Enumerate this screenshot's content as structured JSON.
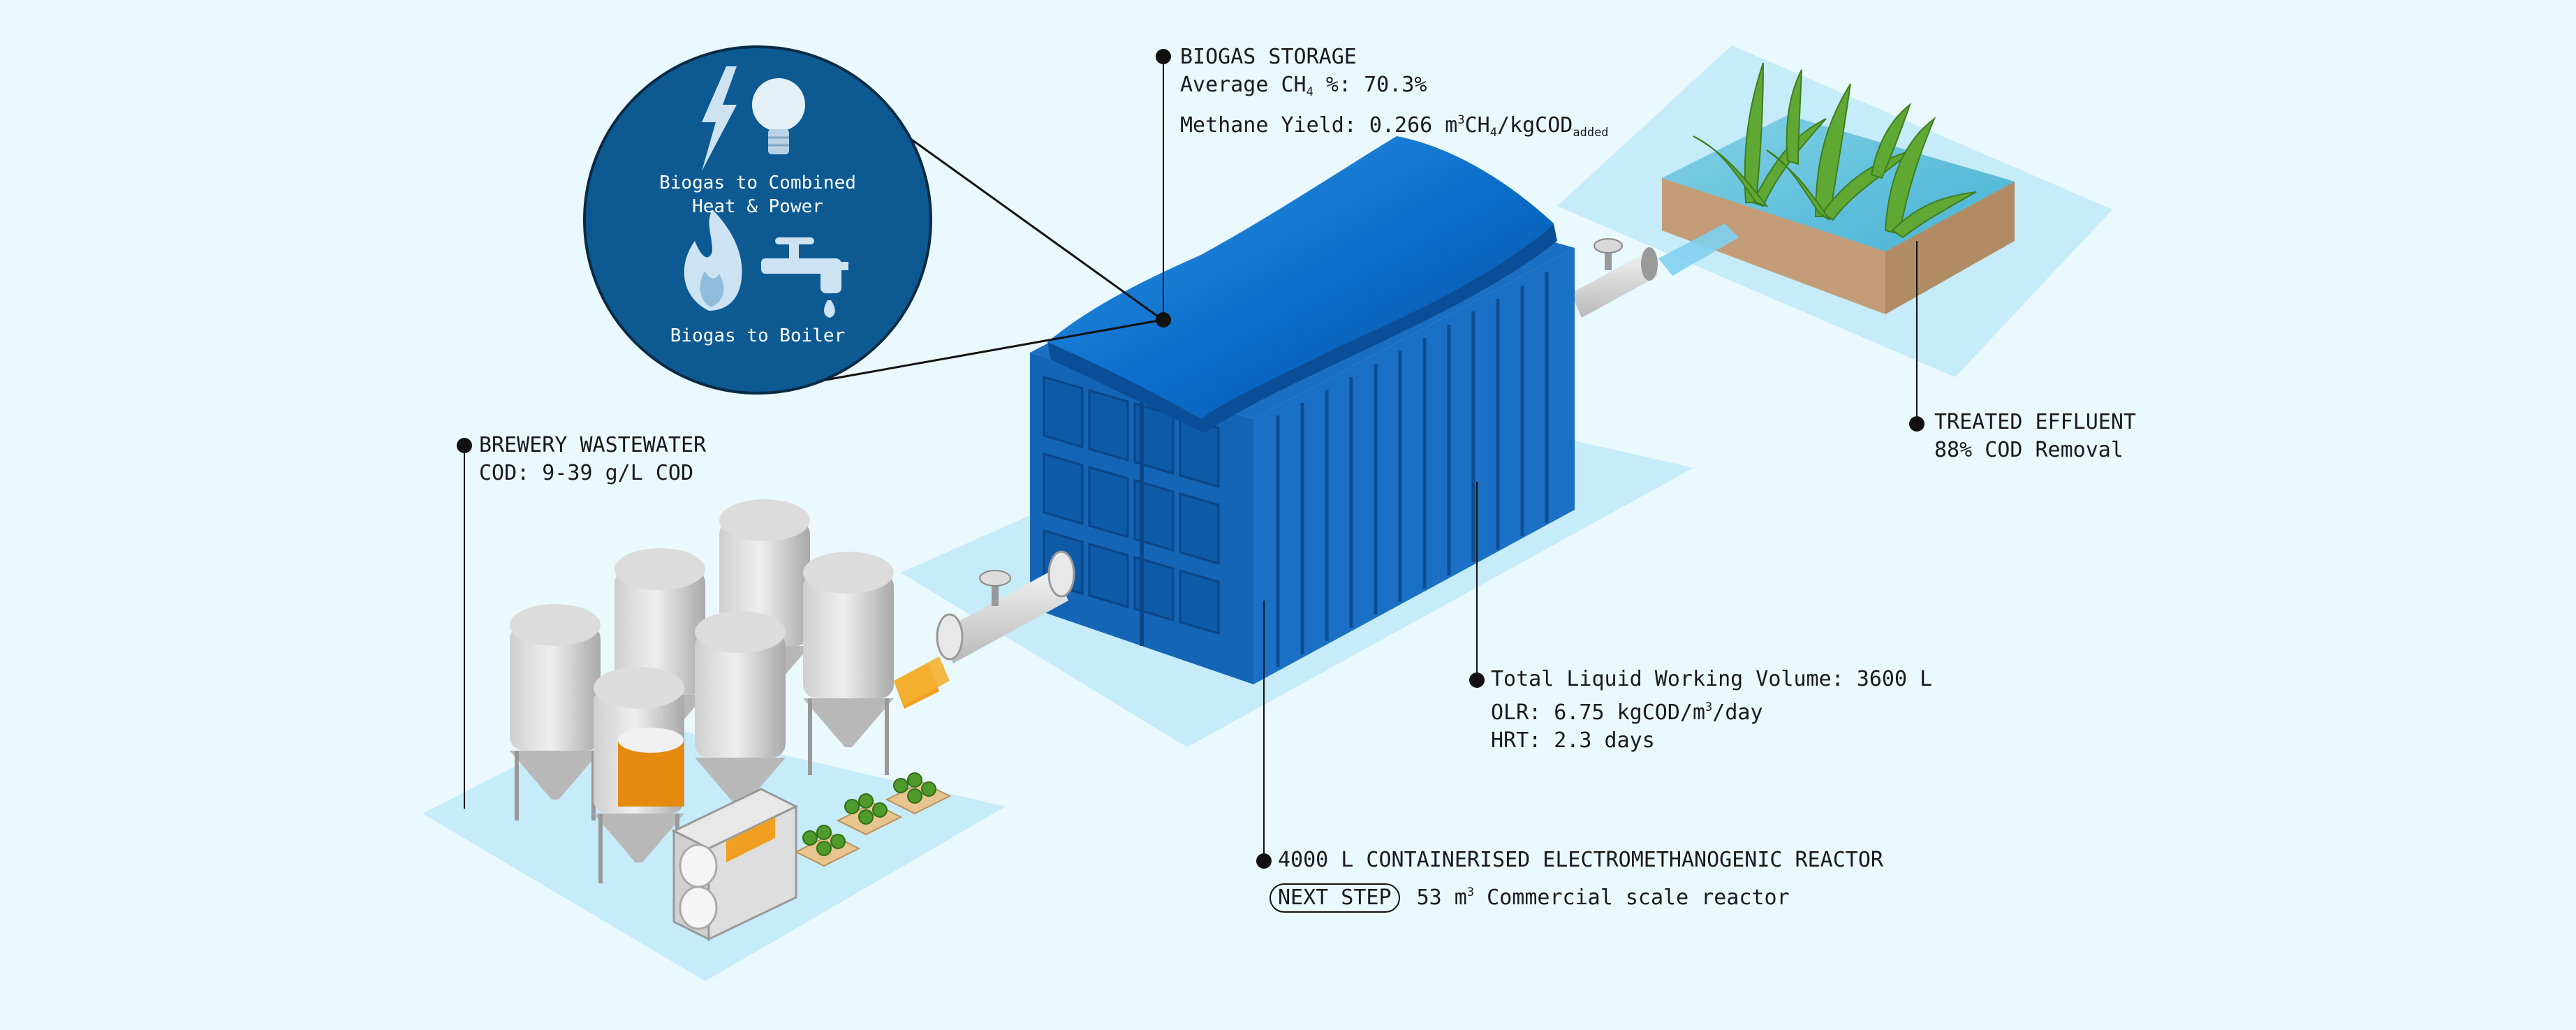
{
  "bubble": {
    "chp_label_line1": "Biogas to Combined",
    "chp_label_line2": "Heat & Power",
    "boiler_label": "Biogas to Boiler"
  },
  "biogas_storage": {
    "title": "BIOGAS STORAGE",
    "ch4_prefix": "Average CH",
    "ch4_sub": "4",
    "ch4_suffix": " %: 70.3%",
    "yield_prefix": "Methane Yield: 0.266 m",
    "yield_sup": "3",
    "yield_mid": "CH",
    "yield_sub": "4",
    "yield_mid2": "/kgCOD",
    "yield_sub2": "added"
  },
  "brewery": {
    "title": "BREWERY WASTEWATER",
    "cod": "COD: 9-39 g/L COD"
  },
  "effluent": {
    "title": "TREATED EFFLUENT",
    "removal": "88% COD Removal"
  },
  "reactor_params": {
    "volume": "Total Liquid Working Volume: 3600 L",
    "olr_prefix": "OLR: 6.75 kgCOD/m",
    "olr_sup": "3",
    "olr_suffix": "/day",
    "hrt": "HRT: 2.3 days"
  },
  "reactor": {
    "title": "4000 L CONTAINERISED ELECTROMETHANOGENIC REACTOR",
    "next_step_badge": "NEXT STEP",
    "next_prefix": " 53 m",
    "next_sup": "3",
    "next_suffix": " Commercial scale reactor"
  },
  "colors": {
    "background": "#eaf9fd",
    "platform": "#c6ebf9",
    "container": "#1a70c4",
    "bubble": "#0d5a93",
    "pipe_orange": "#f0a020"
  }
}
